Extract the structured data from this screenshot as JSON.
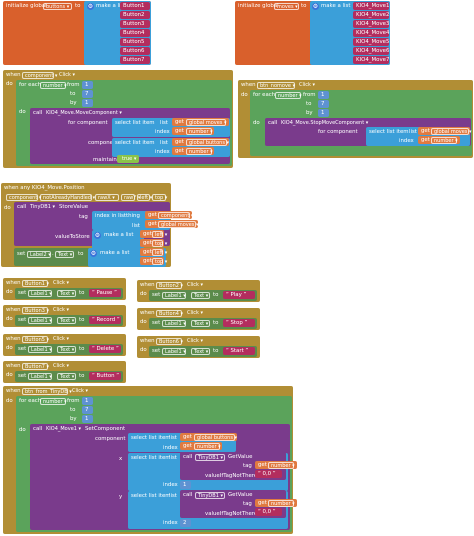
{
  "init_buttons": {
    "initialize_global": "initialize global",
    "var_name": "buttons",
    "to": "to",
    "make_a_list": "make a list",
    "items": [
      "Button1",
      "Button2",
      "Button3",
      "Button4",
      "Button5",
      "Button6",
      "Button7"
    ]
  },
  "init_moves": {
    "initialize_global": "initialize global",
    "var_name": "moves",
    "to": "to",
    "make_a_list": "make a list",
    "items": [
      "KIO4_Move1",
      "KIO4_Move2",
      "KIO4_Move3",
      "KIO4_Move4",
      "KIO4_Move5",
      "KIO4_Move6",
      "KIO4_Move7"
    ]
  },
  "btn_move": {
    "when": "when",
    "component": "component",
    "event": "Click",
    "do": "do",
    "for_each": "for each",
    "var": "number",
    "from": "from",
    "to": "to",
    "by": "by",
    "from_val": "1",
    "to_val": "7",
    "by_val": "1",
    "call": "call",
    "method": "KIO4_Move.MoveComponent",
    "for_component": "for component",
    "select_list_item": "select list item",
    "list": "list",
    "get": "get",
    "global_moves": "global moves",
    "index": "index",
    "number": "number",
    "global_buttons": "global buttons",
    "maintain": "maintain",
    "true_val": "true"
  },
  "btn_nomove": {
    "when": "when",
    "component": "btn_nomove",
    "event": "Click",
    "do": "do",
    "for_each": "for each",
    "var": "number",
    "from": "from",
    "to": "to",
    "by": "by",
    "from_val": "1",
    "to_val": "7",
    "by_val": "1",
    "call": "call",
    "method": "KIO4_Move.StopMoveComponent",
    "for_component": "for component",
    "select_list_item": "select list item",
    "list": "list",
    "get": "get",
    "global_moves": "global moves",
    "index": "index",
    "number": "number"
  },
  "position": {
    "when": "when any KIO4_Move.Position",
    "params": [
      "component",
      "notAlreadyHandled",
      "rawX",
      "rawY",
      "left",
      "top"
    ],
    "do": "do",
    "call": "call",
    "method": "TinyDB1",
    "store": "StoreValue",
    "tag": "tag",
    "index_in_list": "index in list",
    "thing": "thing",
    "get": "get",
    "component": "component",
    "list": "list",
    "global_moves": "global moves",
    "value_to_store": "valueToStore",
    "make_a_list": "make a list",
    "left": "left",
    "top": "top",
    "set": "set",
    "label2": "Label2",
    "text": "Text",
    "to": "to",
    "comma": ","
  },
  "buttons_events": [
    {
      "btn": "Button1",
      "label": "Label1",
      "text": "Pause"
    },
    {
      "btn": "Button2",
      "label": "Label1",
      "text": "Play"
    },
    {
      "btn": "Button3",
      "label": "Label1",
      "text": "Record"
    },
    {
      "btn": "Button4",
      "label": "Label1",
      "text": "Stop"
    },
    {
      "btn": "Button5",
      "label": "Label1",
      "text": "Delete"
    },
    {
      "btn": "Button6",
      "label": "Label1",
      "text": "Start"
    },
    {
      "btn": "Button7",
      "label": "Label1",
      "text": "Button"
    }
  ],
  "event_words": {
    "when": "when",
    "click": "Click",
    "do": "do",
    "set": "set",
    "text": "Text",
    "to": "to"
  },
  "from_tinydb": {
    "when": "when",
    "component": "btn_from_TinyDB",
    "event": "Click",
    "do": "do",
    "for_each": "for each",
    "var": "number",
    "from": "from",
    "to": "to",
    "by": "by",
    "from_val": "1",
    "to_val": "7",
    "by_val": "1",
    "call": "call",
    "method": "KIO4_Move1",
    "method2": "SetComponent",
    "component_lbl": "component",
    "select_list_item": "select list item",
    "list": "list",
    "get": "get",
    "global_buttons": "global buttons",
    "index": "index",
    "number": "number",
    "x": "x",
    "y": "y",
    "tinydb": "TinyDB1",
    "getvalue": "GetValue",
    "tag": "tag",
    "value_if_not": "valueIfTagNotThere",
    "zero": "0,0",
    "one": "1",
    "two": "2"
  }
}
